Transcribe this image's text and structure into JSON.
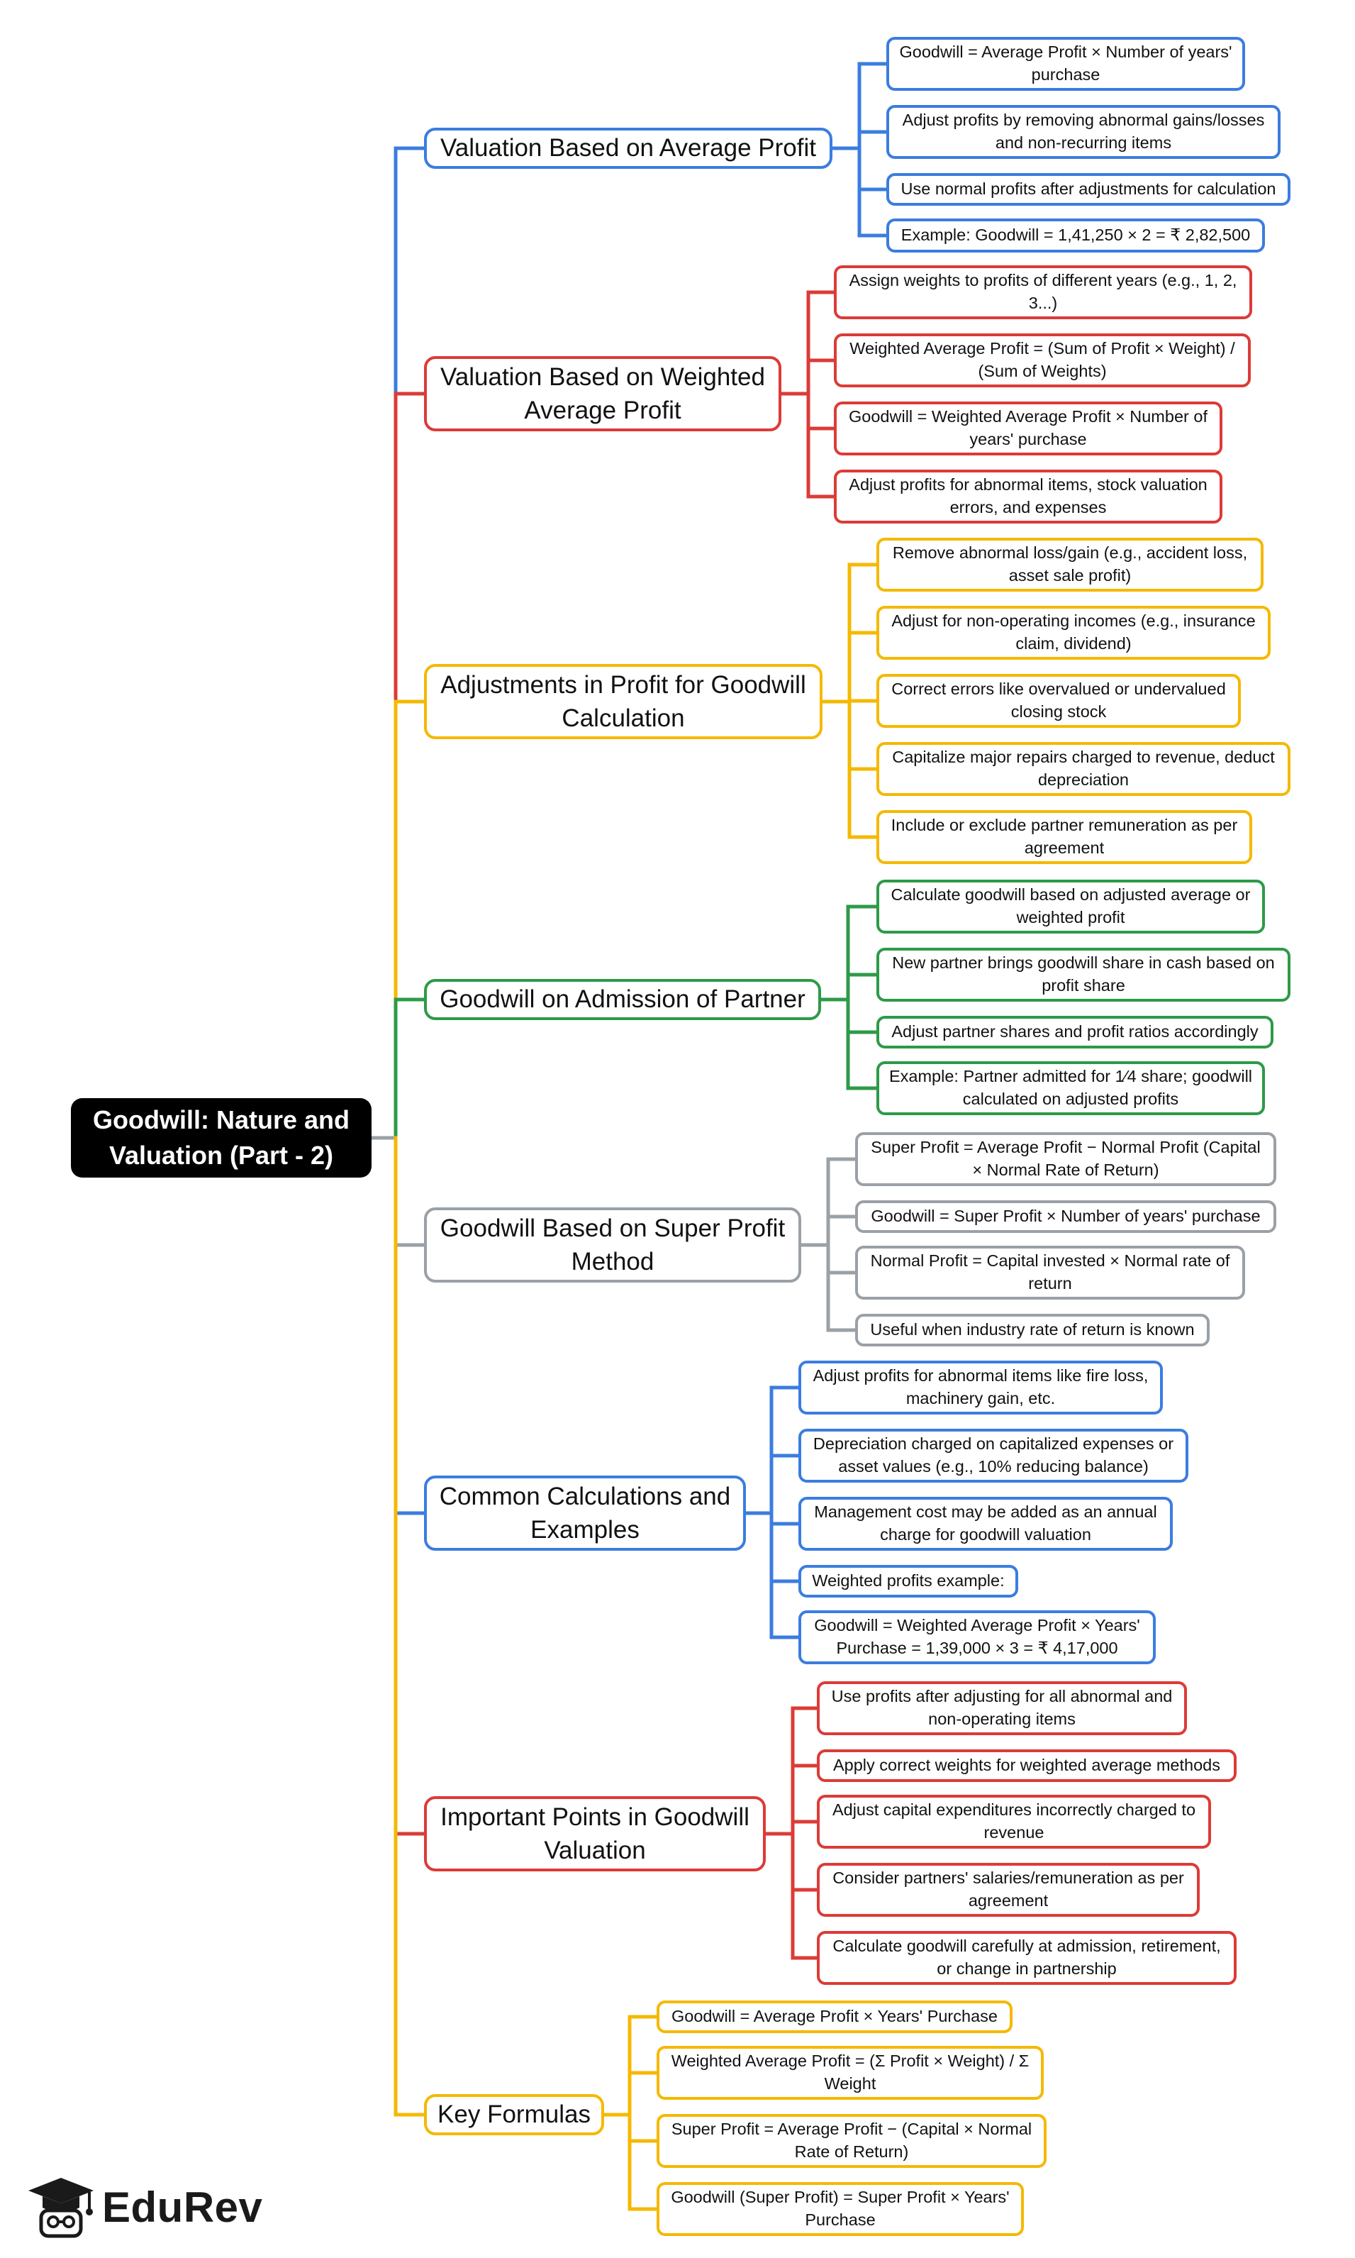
{
  "title": "Goodwill: Nature and Valuation (Part - 2)",
  "brand": {
    "name": "EduRev",
    "icon": "graduation-cap-logo-icon"
  },
  "colors": {
    "blue": "#3b7de0",
    "red": "#dc3b37",
    "yellow": "#f5b800",
    "green": "#2e9a48",
    "gray": "#9aa0a6",
    "root": "#000000"
  },
  "branches": [
    {
      "label": "Valuation Based on Average Profit",
      "color": "blue",
      "items": [
        "Goodwill = Average Profit × Number of years' purchase",
        "Adjust profits by removing abnormal gains/losses and non-recurring items",
        "Use normal profits after adjustments for calculation",
        "Example: Goodwill = 1,41,250 × 2 = ₹ 2,82,500"
      ]
    },
    {
      "label": "Valuation Based on Weighted Average Profit",
      "color": "red",
      "items": [
        "Assign weights to profits of different years (e.g., 1, 2, 3...)",
        "Weighted Average Profit = (Sum of Profit × Weight) / (Sum of Weights)",
        "Goodwill = Weighted Average Profit × Number of years' purchase",
        "Adjust profits for abnormal items, stock valuation errors, and expenses"
      ]
    },
    {
      "label": "Adjustments in Profit for Goodwill Calculation",
      "color": "yellow",
      "items": [
        "Remove abnormal loss/gain (e.g., accident loss, asset sale profit)",
        "Adjust for non-operating incomes (e.g., insurance claim, dividend)",
        "Correct errors like overvalued or undervalued closing stock",
        "Capitalize major repairs charged to revenue, deduct depreciation",
        "Include or exclude partner remuneration as per agreement"
      ]
    },
    {
      "label": "Goodwill on Admission of Partner",
      "color": "green",
      "items": [
        "Calculate goodwill based on adjusted average or weighted profit",
        "New partner brings goodwill share in cash based on profit share",
        "Adjust partner shares and profit ratios accordingly",
        "Example: Partner admitted for 1⁄4 share; goodwill calculated on adjusted profits"
      ]
    },
    {
      "label": "Goodwill Based on Super Profit Method",
      "color": "gray",
      "items": [
        "Super Profit = Average Profit − Normal Profit (Capital × Normal Rate of Return)",
        "Goodwill = Super Profit × Number of years' purchase",
        "Normal Profit = Capital invested × Normal rate of return",
        "Useful when industry rate of return is known"
      ]
    },
    {
      "label": "Common Calculations and Examples",
      "color": "blue",
      "items": [
        "Adjust profits for abnormal items like fire loss, machinery gain, etc.",
        "Depreciation charged on capitalized expenses or asset values (e.g., 10% reducing balance)",
        "Management cost may be added as an annual charge for goodwill valuation",
        "Weighted profits example:",
        "Goodwill = Weighted Average Profit × Years' Purchase = 1,39,000 × 3 = ₹ 4,17,000"
      ]
    },
    {
      "label": "Important Points in Goodwill Valuation",
      "color": "red",
      "items": [
        "Use profits after adjusting for all abnormal and non-operating items",
        "Apply correct weights for weighted average methods",
        "Adjust capital expenditures incorrectly charged to revenue",
        "Consider partners' salaries/remuneration as per agreement",
        "Calculate goodwill carefully at admission, retirement, or change in partnership"
      ]
    },
    {
      "label": "Key Formulas",
      "color": "yellow",
      "items": [
        "Goodwill = Average Profit × Years' Purchase",
        "Weighted Average Profit = (Σ Profit × Weight) / Σ Weight",
        "Super Profit = Average Profit − (Capital × Normal Rate of Return)",
        "Goodwill (Super Profit) = Super Profit × Years' Purchase"
      ]
    }
  ]
}
